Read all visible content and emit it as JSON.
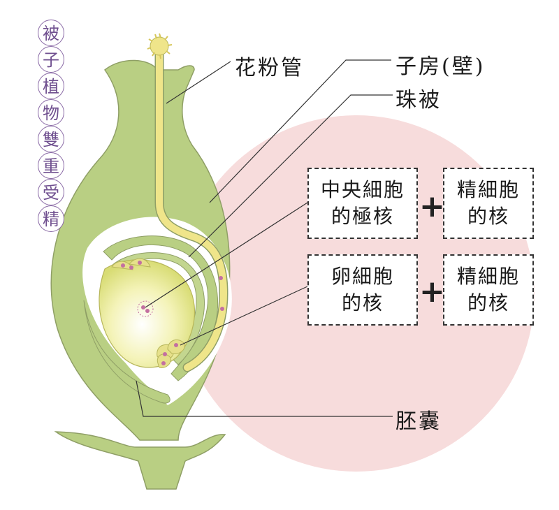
{
  "title_chars": [
    "被",
    "子",
    "植",
    "物",
    "雙",
    "重",
    "受",
    "精"
  ],
  "labels": {
    "pollen_tube": "花粉管",
    "ovary_wall": "子房(壁)",
    "integument": "珠被",
    "embryo_sac": "胚囊"
  },
  "boxes": {
    "central_cell_nucleus": {
      "line1": "中央細胞",
      "line2": "的極核"
    },
    "sperm_nucleus_1": {
      "line1": "精細胞",
      "line2": "的核"
    },
    "egg_cell_nucleus": {
      "line1": "卵細胞",
      "line2": "的核"
    },
    "sperm_nucleus_2": {
      "line1": "精細胞",
      "line2": "的核"
    }
  },
  "plus_signs": [
    "+",
    "+"
  ],
  "colors": {
    "ovary": "#b9cf83",
    "ovary_outline": "#8f9f66",
    "pollen_tube": "#efe58a",
    "embryo_sac": "#eef0a8",
    "background_circle": "#f6dada",
    "nuclei": "#c36fa0"
  }
}
